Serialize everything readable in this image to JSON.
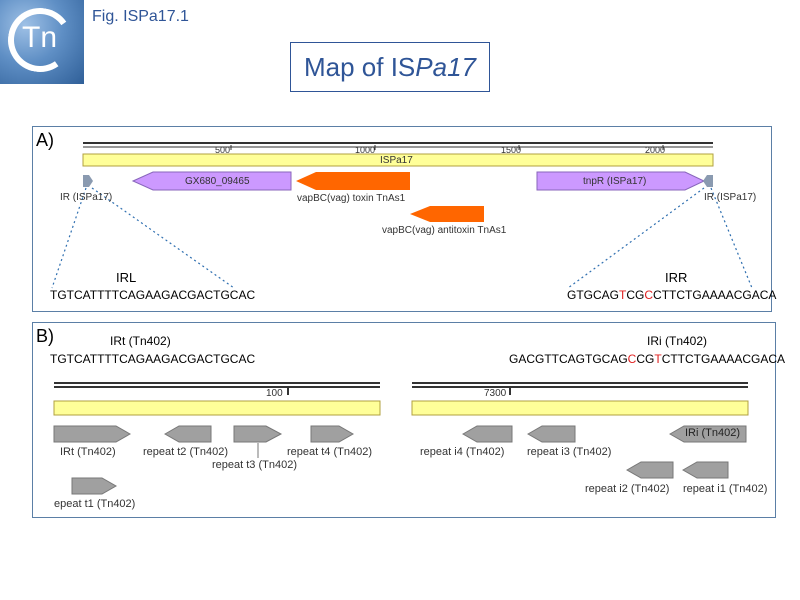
{
  "header": {
    "fig_label": "Fig. ISPa17.1",
    "title_prefix": "Map of IS",
    "title_italic": "Pa17",
    "logo_text": "Tn"
  },
  "panel_a": {
    "label": "A)",
    "ticks": [
      "500",
      "1000",
      "1500",
      "2000"
    ],
    "element_bar": "ISPa17",
    "genes": {
      "gx": "GX680_09465",
      "toxin": "vapBC(vag) toxin TnAs1",
      "antitoxin": "vapBC(vag)  antitoxin TnAs1",
      "tnpr": "tnpR (ISPa17)"
    },
    "ir_left": "IR (ISPa17)",
    "ir_right": "IR (ISPa17)",
    "irl_title": "IRL",
    "irr_title": "IRR",
    "irl_seq": "TGTCATTTTCAGAAGACGACTGCAC",
    "irr_seq": {
      "p1": "GTGCAG",
      "r1": "T",
      "p2": "CG",
      "r2": "C",
      "p3": "CTTCTGAAAACGACA"
    },
    "colors": {
      "element_bar": "#ffff99",
      "purple": "#cc99ff",
      "orange": "#ff6600",
      "gray": "#a0a0a0"
    }
  },
  "panel_b": {
    "label": "B)",
    "irt_title": "IRt (Tn402)",
    "iri_title": "IRi (Tn402)",
    "irt_seq": "TGTCATTTTCAGAAGACGACTGCAC",
    "iri_seq": {
      "p1": "GACGTTCAGTGCAG",
      "r1": "C",
      "p2": "CG",
      "r2": "T",
      "p3": "CTTCTGAAAACGACA"
    },
    "tick_left": "100",
    "tick_right": "7300",
    "features": {
      "irt": "IRt (Tn402)",
      "rep_t1": "epeat t1 (Tn402)",
      "rep_t2": "repeat t2 (Tn402)",
      "rep_t3": "repeat t3 (Tn402)",
      "rep_t4": "repeat t4 (Tn402)",
      "rep_i4": "repeat i4 (Tn402)",
      "rep_i3": "repeat i3 (Tn402)",
      "iri_inside": "IRi (Tn402)",
      "rep_i2": "repeat i2 (Tn402)",
      "rep_i1": "repeat i1 (Tn402)"
    }
  }
}
